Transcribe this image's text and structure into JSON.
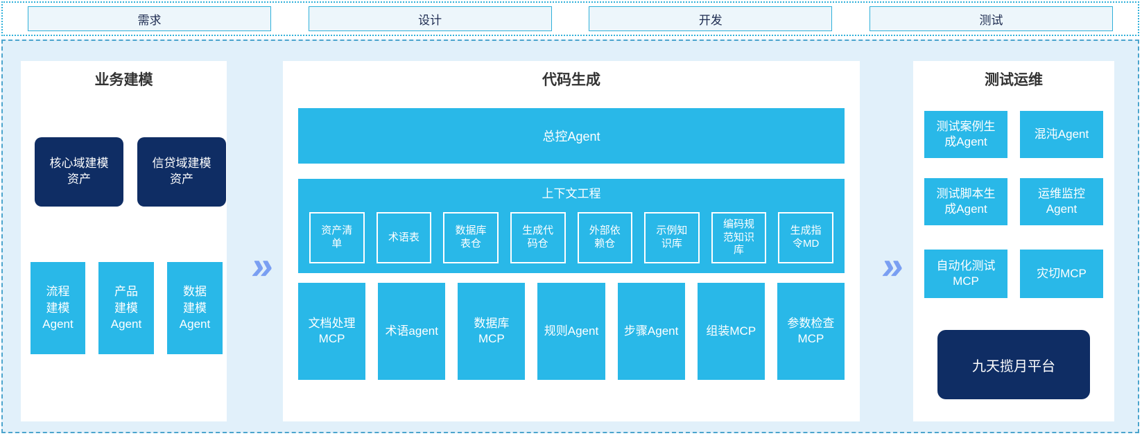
{
  "phases": [
    {
      "label": "需求"
    },
    {
      "label": "设计"
    },
    {
      "label": "开发"
    },
    {
      "label": "测试"
    }
  ],
  "flow": {
    "arrow_glyph": "»"
  },
  "panels": {
    "business_modeling": {
      "title": "业务建模",
      "asset_boxes": [
        {
          "label": "核心域建模\n资产"
        },
        {
          "label": "信贷域建模\n资产"
        }
      ],
      "agent_boxes": [
        {
          "label": "流程\n建模\nAgent"
        },
        {
          "label": "产品\n建模\nAgent"
        },
        {
          "label": "数据\n建模\nAgent"
        }
      ]
    },
    "code_generation": {
      "title": "代码生成",
      "master_agent_label": "总控Agent",
      "context_engineering": {
        "title": "上下文工程",
        "items": [
          "资产清\n单",
          "术语表",
          "数据库\n表仓",
          "生成代\n码仓",
          "外部依\n赖仓",
          "示例知\n识库",
          "编码规\n范知识\n库",
          "生成指\n令MD"
        ]
      },
      "tools": [
        "文档处理\nMCP",
        "术语agent",
        "数据库\nMCP",
        "规则Agent",
        "步骤Agent",
        "组装MCP",
        "参数检查\nMCP"
      ]
    },
    "test_ops": {
      "title": "测试运维",
      "agent_boxes": [
        "测试案例生\n成Agent",
        "混沌Agent",
        "测试脚本生\n成Agent",
        "运维监控\nAgent",
        "自动化测试\nMCP",
        "灾切MCP"
      ],
      "platform_label": "九天揽月平台"
    }
  },
  "colors": {
    "cyan": "#29b8e8",
    "navy": "#0f2d64",
    "strip_border": "#2fb0d9",
    "dash_border": "#4ba4cd",
    "bg_light": "#e1f0fa",
    "phase_fill": "#edf6fb",
    "phase_text": "#1d2b50",
    "title_text": "#333333",
    "chevron": "#7a9ff2"
  }
}
